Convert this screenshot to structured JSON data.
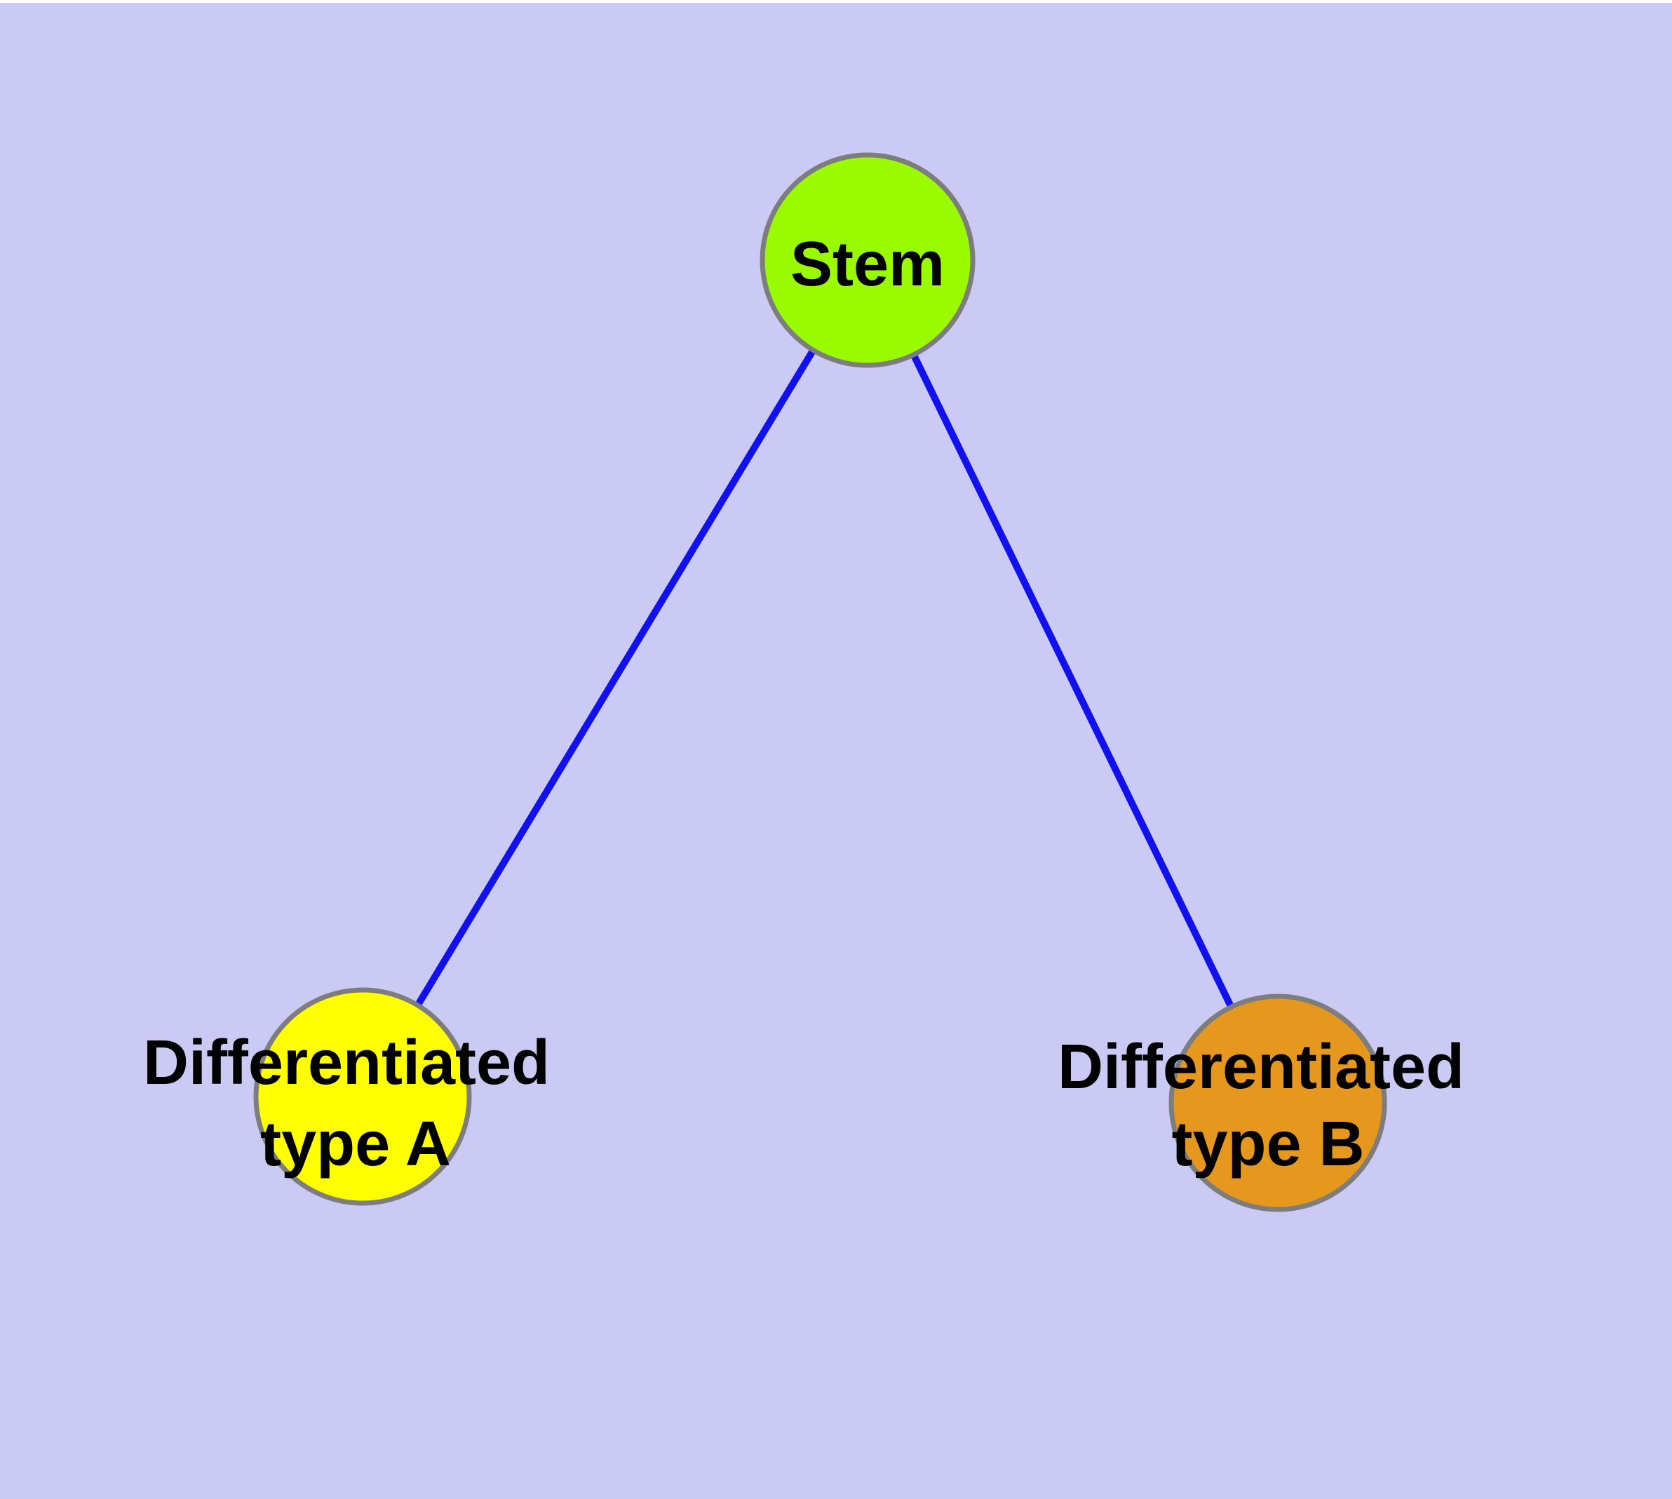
{
  "diagram": {
    "background_color": "#CACAF5",
    "top_margin_color": "#FFFFFF",
    "edge_color": "#1111EE",
    "node_border_color": "#7D7D7D",
    "label_color": "#000000",
    "nodes": [
      {
        "label": "Stem",
        "label_lines": [
          "Stem"
        ],
        "fill": "#9AFB00"
      },
      {
        "label": "Differentiated type A",
        "label_lines": [
          "Differentiated",
          "type A"
        ],
        "fill": "#FFFF00"
      },
      {
        "label": "Differentiated type B",
        "label_lines": [
          "Differentiated",
          "type B"
        ],
        "fill": "#E6971E"
      }
    ],
    "edges": [
      {
        "from": "Stem",
        "to": "Differentiated type A"
      },
      {
        "from": "Stem",
        "to": "Differentiated type B"
      }
    ]
  }
}
